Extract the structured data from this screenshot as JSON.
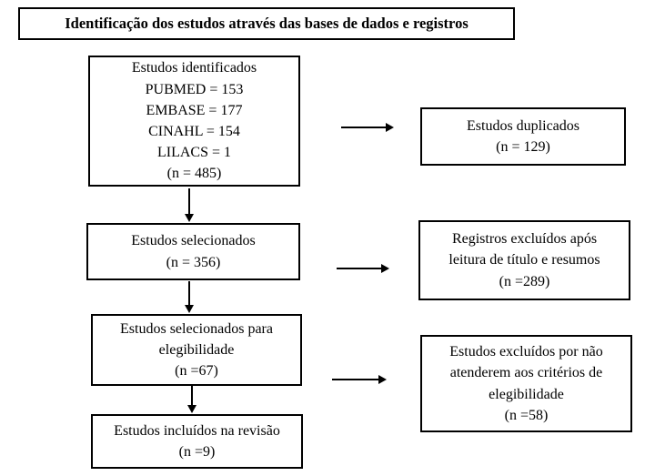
{
  "colors": {
    "border": "#000000",
    "background": "#ffffff",
    "text": "#000000"
  },
  "diagram": {
    "title": "Identificação dos estudos através das bases de dados e registros",
    "main_flow": [
      {
        "id": "identified",
        "text": "Estudos identificados\nPUBMED = 153\nEMBASE = 177\nCINAHL = 154\nLILACS = 1\n(n = 485)"
      },
      {
        "id": "screened",
        "text": "Estudos selecionados\n(n = 356)"
      },
      {
        "id": "eligibility",
        "text": "Estudos selecionados para\nelegibilidade\n(n =67)"
      },
      {
        "id": "included",
        "text": "Estudos incluídos na revisão\n(n =9)"
      }
    ],
    "excluded": [
      {
        "id": "duplicates",
        "text": "Estudos duplicados\n(n = 129)"
      },
      {
        "id": "title_abstract",
        "text": "Registros excluídos após\nleitura de título e resumos\n(n =289)"
      },
      {
        "id": "criteria",
        "text": "Estudos excluídos por não\natenderem aos critérios de\nelegibilidade\n(n =58)"
      }
    ]
  }
}
